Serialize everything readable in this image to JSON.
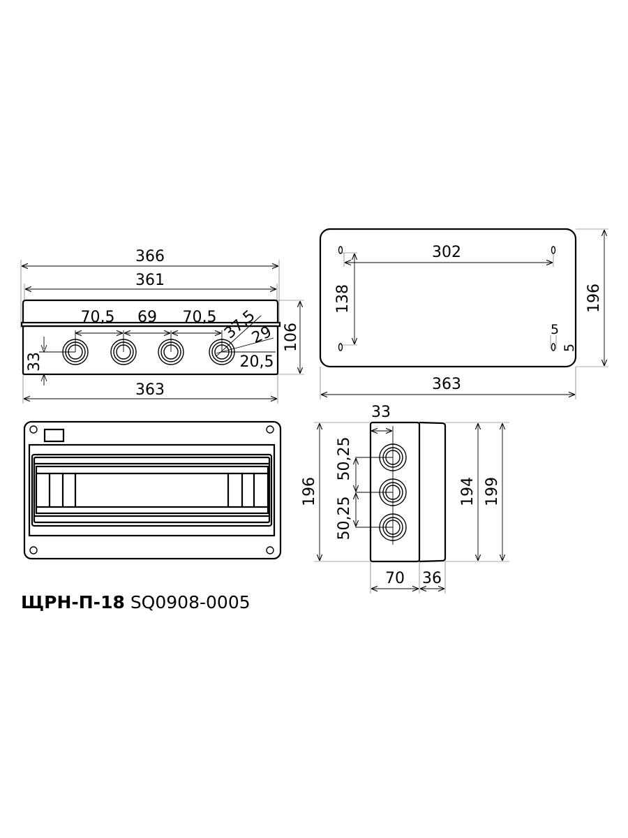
{
  "title": {
    "model": "ЩРН-П-18",
    "code": "SQ0908-0005"
  },
  "front_view": {
    "dim_overall_width": "366",
    "dim_lid_width": "361",
    "dim_body_width": "363",
    "dim_height": "106",
    "dim_hole_height": "33",
    "dim_spacing_1": "70,5",
    "dim_spacing_2": "69",
    "dim_spacing_3": "70,5",
    "dim_dia_outer": "37,5",
    "dim_dia_mid": "29",
    "dim_dia_inner": "20,5"
  },
  "back_view": {
    "dim_hole_spacing_x": "302",
    "dim_hole_spacing_y": "138",
    "dim_height": "196",
    "dim_width": "363",
    "dim_hole_w": "5",
    "dim_hole_h": "5"
  },
  "side_view": {
    "dim_hole_offset": "33",
    "dim_body_height": "196",
    "dim_spacing_1": "50,25",
    "dim_spacing_2": "50,25",
    "dim_lid_inner": "194",
    "dim_lid_outer": "199",
    "dim_body_depth": "70",
    "dim_lid_depth": "36"
  }
}
